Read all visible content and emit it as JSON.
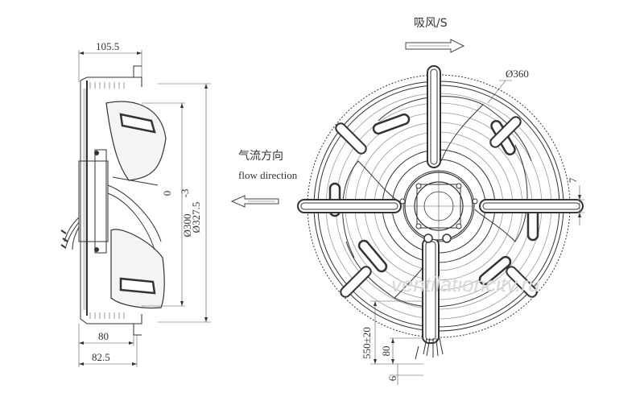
{
  "side_view": {
    "dim_depth": "105.5",
    "dim_inner": "80",
    "dim_bottom": "82.5",
    "dim_zero": "0",
    "dim_tol": "-3",
    "dim_dia_300": "Ø300",
    "dim_dia_3275": "Ø327.5"
  },
  "front_view": {
    "airflow_label": "吸风/S",
    "dim_dia_360": "Ø360",
    "dim_right": "7",
    "dim_cable": "550±20",
    "dim_cable_end": "80",
    "dim_bottom": "6"
  },
  "flow": {
    "label_cn": "气流方向",
    "label_en": "flow direction"
  },
  "watermark": "ventilationcity.ru"
}
